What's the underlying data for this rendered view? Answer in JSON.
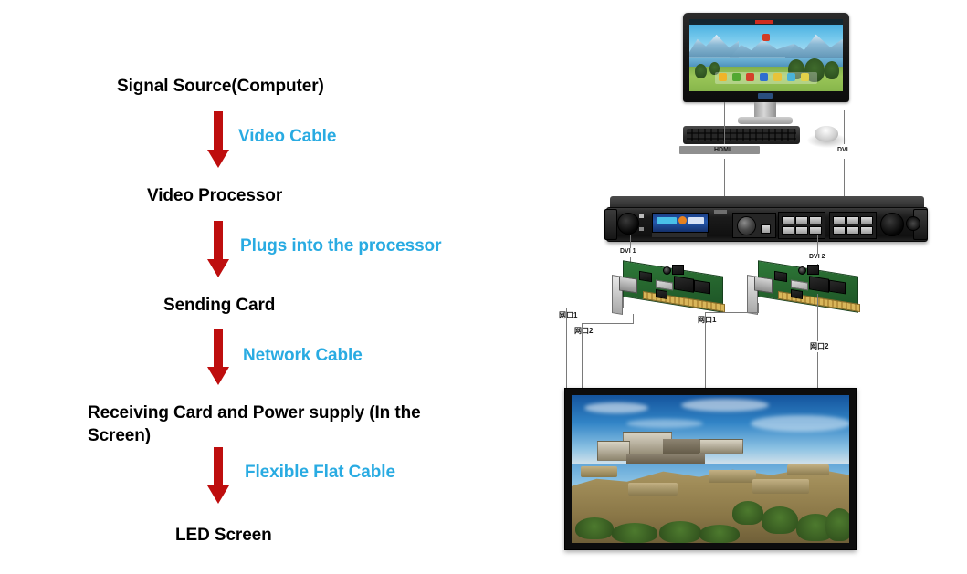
{
  "flow": {
    "steps": [
      {
        "label": "Signal Source(Computer)"
      },
      {
        "label": "Video Processor"
      },
      {
        "label": "Sending Card"
      },
      {
        "label": "Receiving Card and Power supply (In the\nScreen)"
      },
      {
        "label": "LED Screen"
      }
    ],
    "connections": [
      {
        "label": "Video Cable"
      },
      {
        "label": "Plugs into the processor"
      },
      {
        "label": "Network Cable"
      },
      {
        "label": "Flexible Flat Cable"
      }
    ],
    "colors": {
      "arrow": "#be0e0e",
      "cable_text": "#29abe2",
      "step_text": "#000000"
    }
  },
  "hardware": {
    "monitor": {
      "name": "Signal Source Computer Monitor",
      "ports": [
        {
          "label": "HDMI"
        },
        {
          "label": "DVI"
        }
      ]
    },
    "processor": {
      "name": "Video Processor",
      "outputs": [
        {
          "label": "DVI 1"
        },
        {
          "label": "DVI 2"
        }
      ]
    },
    "sending_cards": [
      {
        "name": "Sending Card 1",
        "ports": [
          {
            "label": "网口1"
          },
          {
            "label": "网口2"
          }
        ]
      },
      {
        "name": "Sending Card 2",
        "ports": [
          {
            "label": "网口1"
          },
          {
            "label": "网口2"
          }
        ]
      }
    ],
    "led_screen": {
      "name": "LED Screen"
    }
  }
}
